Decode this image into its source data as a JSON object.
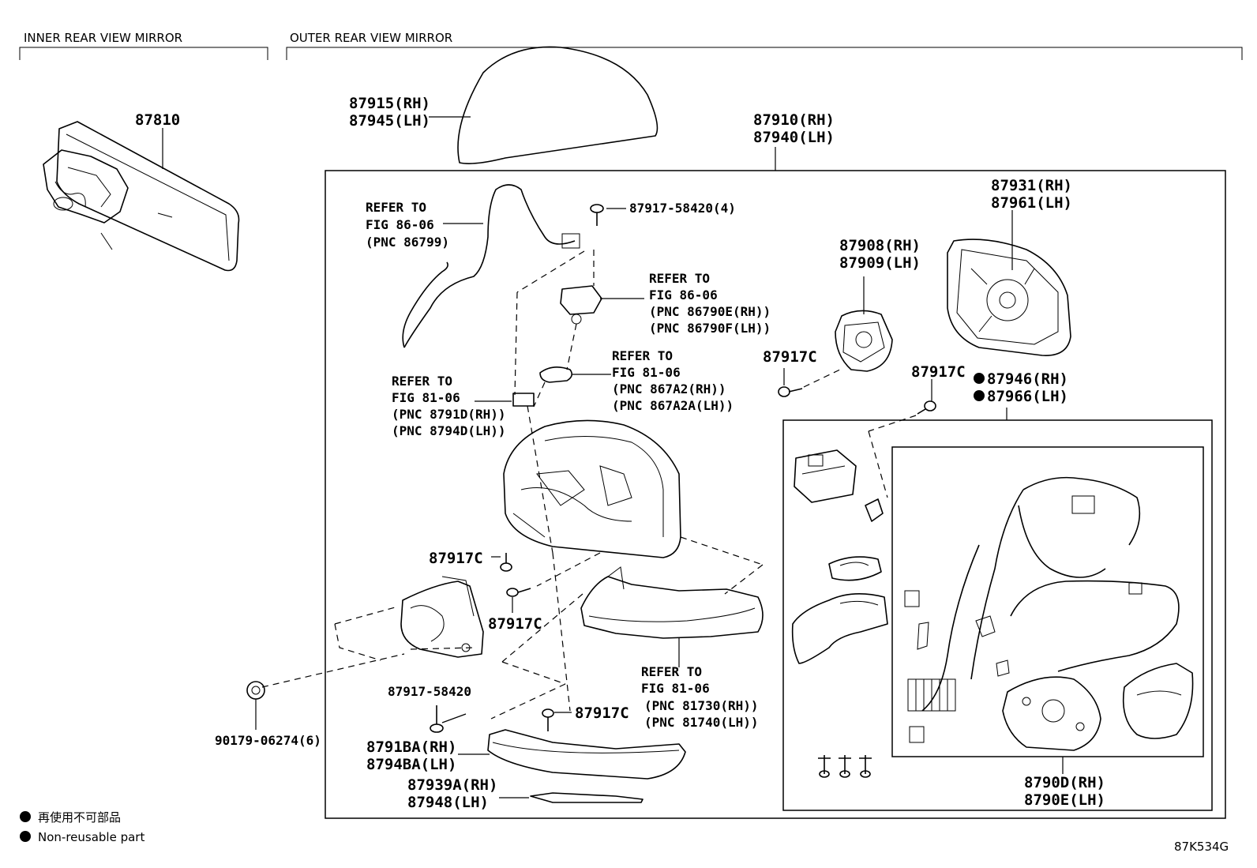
{
  "headers": {
    "inner": "INNER REAR VIEW MIRROR",
    "outer": "OUTER REAR VIEW MIRROR"
  },
  "labels": {
    "inner_mirror": "87810",
    "cover_rh": "87915(RH)",
    "cover_lh": "87945(LH)",
    "assy_rh": "87910(RH)",
    "assy_lh": "87940(LH)",
    "ref1_a": "REFER TO",
    "ref1_b": "FIG 86-06",
    "ref1_c": "(PNC 86799)",
    "screw4": "87917-58420(4)",
    "ref2_a": "REFER TO",
    "ref2_b": "FIG 86-06",
    "ref2_c": "(PNC 86790E(RH))",
    "ref2_d": "(PNC 86790F(LH))",
    "ref3_a": "REFER TO",
    "ref3_b": "FIG 81-06",
    "ref3_c": "(PNC 867A2(RH))",
    "ref3_d": "(PNC 867A2A(LH))",
    "ref4_a": "REFER TO",
    "ref4_b": "FIG 81-06",
    "ref4_c": "(PNC 8791D(RH))",
    "ref4_d": "(PNC 8794D(LH))",
    "glass_rh": "87931(RH)",
    "glass_lh": "87961(LH)",
    "motor_rh": "87908(RH)",
    "motor_lh": "87909(LH)",
    "screw_c1": "87917C",
    "screw_c2": "87917C",
    "screw_c3": "87917C",
    "screw_c4": "87917C",
    "screw_c5": "87917C",
    "kit_rh": "87946(RH)",
    "kit_lh": "87966(LH)",
    "ref5_a": "REFER TO",
    "ref5_b": "FIG 81-06",
    "ref5_c": "(PNC 81730(RH))",
    "ref5_d": "(PNC 81740(LH))",
    "screw_single": "87917-58420",
    "clip": "90179-06274(6)",
    "lower_rh": "8791BA(RH)",
    "lower_lh": "8794BA(LH)",
    "strip_rh": "87939A(RH)",
    "strip_lh": "87948(LH)",
    "sub_rh": "8790D(RH)",
    "sub_lh": "8790E(LH)"
  },
  "legend": {
    "jp": "再使用不可部品",
    "en": "Non-reusable part"
  },
  "diagram_code": "87K534G"
}
